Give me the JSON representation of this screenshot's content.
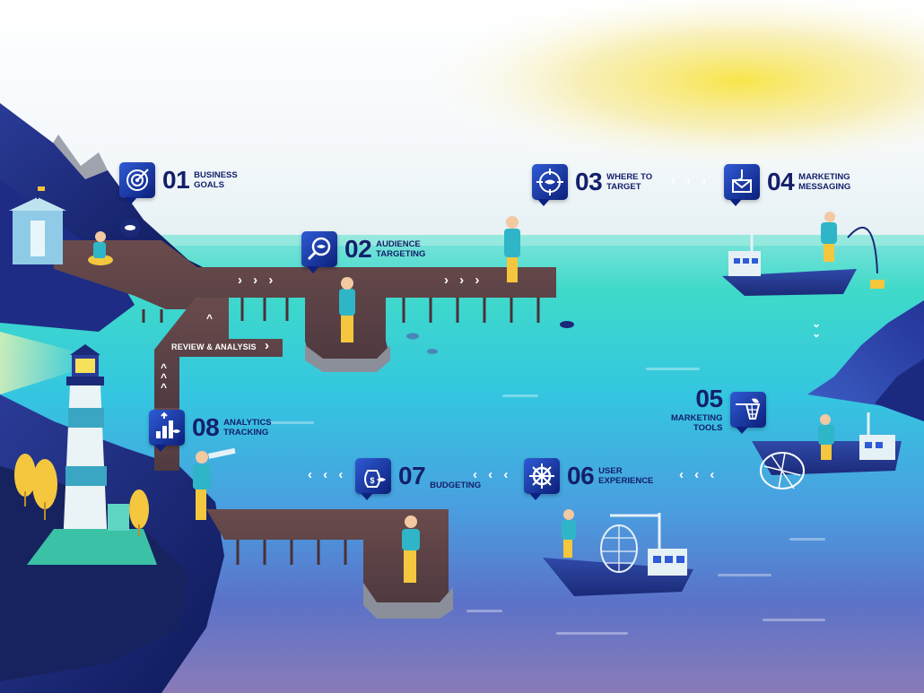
{
  "steps": [
    {
      "number": "01",
      "line1": "BUSINESS",
      "line2": "GOALS",
      "icon": "target-icon"
    },
    {
      "number": "02",
      "line1": "AUDIENCE",
      "line2": "TARGETING",
      "icon": "magnifier-icon"
    },
    {
      "number": "03",
      "line1": "WHERE TO",
      "line2": "TARGET",
      "icon": "crosshair-icon"
    },
    {
      "number": "04",
      "line1": "MARKETING",
      "line2": "MESSAGING",
      "icon": "envelope-hook-icon"
    },
    {
      "number": "05",
      "line1": "MARKETING",
      "line2": "TOOLS",
      "icon": "fishing-net-icon"
    },
    {
      "number": "06",
      "line1": "USER",
      "line2": "EXPERIENCE",
      "icon": "ship-wheel-icon"
    },
    {
      "number": "07",
      "line1": "",
      "line2": "BUDGETING",
      "icon": "money-bag-fish-icon"
    },
    {
      "number": "08",
      "line1": "ANALYTICS",
      "line2": "TRACKING",
      "icon": "growth-chart-icon"
    }
  ],
  "review_label": "REVIEW & ANALYSIS",
  "arrows": {
    "right": "› › ›",
    "left": "‹ ‹ ‹",
    "up": "^",
    "down": "⌄"
  },
  "colors": {
    "badge_top": "#2f5bd6",
    "badge_bottom": "#0c1f78",
    "label_text": "#14206a",
    "pier": "#5b4346",
    "sea": "#3fd3d8",
    "sky_glow": "#f5e65a",
    "cliff": "#1c2a78"
  }
}
